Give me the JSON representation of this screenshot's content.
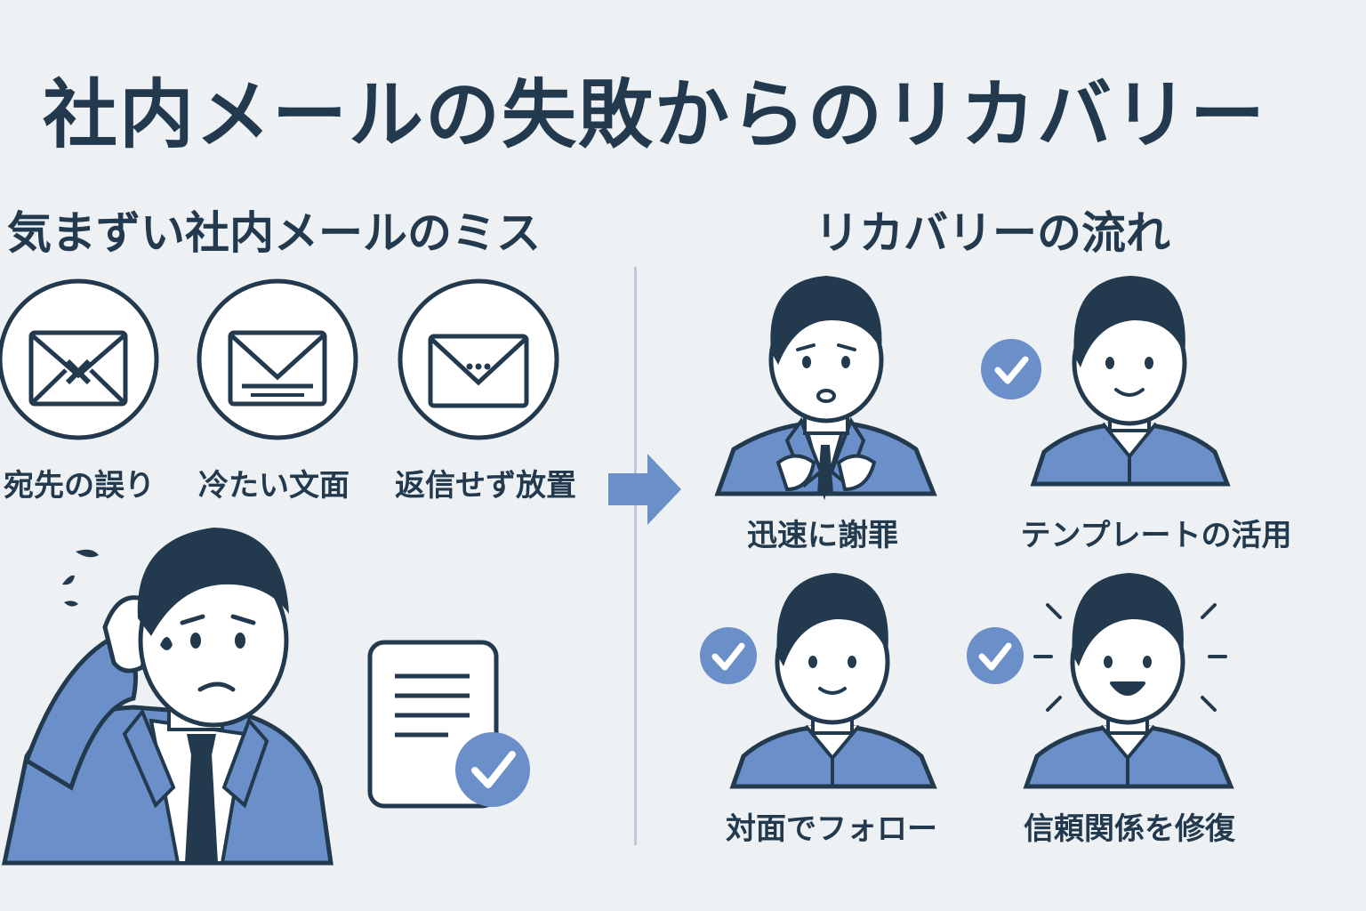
{
  "title": "社内メールの失敗からのリカバリー",
  "left": {
    "heading": "気まずい社内メールのミス",
    "mistakes": [
      {
        "label": "宛先の誤り",
        "icon": "envelope-x-icon"
      },
      {
        "label": "冷たい文面",
        "icon": "envelope-lines-icon"
      },
      {
        "label": "返信せず放置",
        "icon": "envelope-dots-icon"
      }
    ]
  },
  "right": {
    "heading": "リカバリーの流れ",
    "steps": [
      {
        "label": "迅速に謝罪"
      },
      {
        "label": "テンプレートの活用"
      },
      {
        "label": "対面でフォロー"
      },
      {
        "label": "信頼関係を修復"
      }
    ]
  },
  "colors": {
    "background": "#eef1f4",
    "navy": "#233a4e",
    "accent_blue": "#6a8fc9",
    "divider": "#b8c8de"
  }
}
